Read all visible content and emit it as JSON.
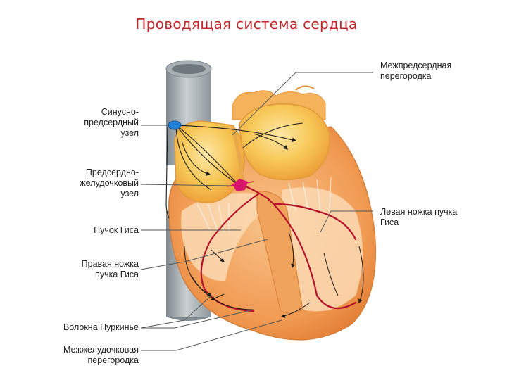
{
  "title": "Проводящая система сердца",
  "labels": {
    "interatrial_septum": "Межпредсердная\nперегородка",
    "sinoatrial_node": "Синусно-\nпредсердный\nузел",
    "av_node": "Предсердно-\nжелудочковый\nузел",
    "bundle_of_his": "Пучок Гиса",
    "right_bundle_branch": "Правая ножка\nпучка Гиса",
    "purkinje_fibers": "Волокна Пуркинье",
    "interventricular_septum": "Межжелудочковая\nперегородка",
    "left_bundle_branch": "Левая ножка пучка\nГиса"
  },
  "colors": {
    "title": "#c0272d",
    "vessel": "#9aa3a8",
    "atrium": "#f6c24a",
    "ventricle": "#f29a4a",
    "muscle_light": "#fbd9b4",
    "conduction": "#b5122b",
    "sa_node": "#1e7fd8",
    "leader": "#444444"
  },
  "icons": [
    "heart-illustration",
    "sa-node-icon",
    "av-node-icon"
  ]
}
